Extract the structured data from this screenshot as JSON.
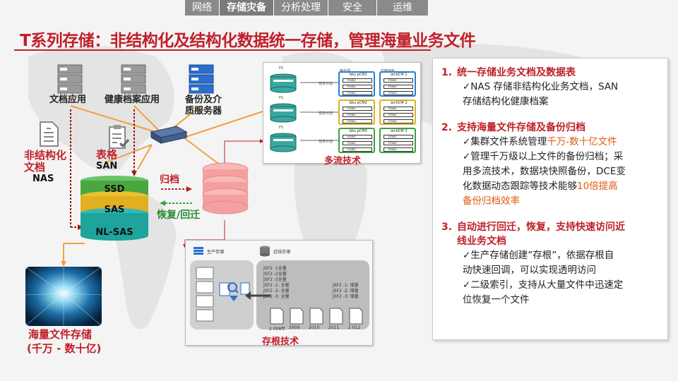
{
  "nav": {
    "tabs": [
      "网络",
      "存储灾备",
      "分析处理",
      "安全",
      "运维"
    ],
    "active": "存储灾备"
  },
  "title": "T系列存储：非结构化及结构化数据统一存储，管理海量业务文件",
  "servers": {
    "doc_app": "文档应用",
    "health_app": "健康档案应用",
    "backup_line1": "备份及介",
    "backup_line2": "质服务器"
  },
  "unstructured": {
    "line1": "非结构化",
    "line2": "文档",
    "sub": "NAS"
  },
  "table": {
    "line1": "表格",
    "sub": "SAN"
  },
  "tiers": [
    "SSD",
    "SAS",
    "NL-SAS"
  ],
  "archive_label": "归档",
  "restore_label": "恢复/回迁",
  "mass_storage": {
    "line1": "海量文件存储",
    "line2": "(千万 - 数十亿)"
  },
  "multistream": {
    "caption": "多流技术",
    "fs_label": "FS",
    "task_label": "任务计划",
    "group_head_left": "备份源",
    "group_head_right": "归档目标",
    "groups": [
      {
        "left": "bku pCM1",
        "right": "archCM 1",
        "color": "#2a7fd0"
      },
      {
        "left": "bku pCM2",
        "right": "archCM 2",
        "color": "#e0b020"
      },
      {
        "left": "bku pCM3",
        "right": "archCM 3",
        "color": "#3aa040"
      }
    ],
    "flows": [
      "Flow1",
      "Flow2",
      "Flow3"
    ]
  },
  "stub": {
    "caption": "存根技术",
    "prod_label": "生产存储",
    "near_label": "近线存储",
    "files_a": [
      "JSF2 -1全量",
      "JSF2 -2全量",
      "JSF2 -3全量"
    ],
    "files_b": [
      "JSF2 -1: 全量",
      "JSF2 -2: 全量",
      "JSF2 -3: 全量"
    ],
    "files_c": [
      "JSF2 -1: 增量",
      "JSF2 -2: 增量",
      "JSF2 -3: 增量"
    ],
    "years": [
      "2 008年",
      "2009",
      "2010",
      "2011",
      "2 012"
    ]
  },
  "points": [
    {
      "num": "1.",
      "head": "统一存储业务文档及数据表",
      "lines": [
        "✓NAS 存储非结构化业务文档，SAN",
        "存储结构化健康档案"
      ]
    },
    {
      "num": "2.",
      "head": "支持海量文件存储及备份归档",
      "lines": [
        "✓集群文件系统管理",
        "✓管理千万级以上文件的备份归档；采",
        "用多流技术，数据块快照备份，DCE变",
        "化数据动态跟踪等技术能够",
        "备份归档效率"
      ],
      "hl1": "千万-数十亿文件",
      "hl2": "10倍提高"
    },
    {
      "num": "3.",
      "head": "自动进行回迁，恢复，支持快速访问近",
      "head2": "线业务文档",
      "lines": [
        "✓生产存储创建”存根”，依据存根自",
        "动快速回调，可以实现透明访问",
        "✓二级索引，支持从大量文件中迅速定",
        "位恢复一个文件"
      ]
    }
  ],
  "colors": {
    "accent": "#c0202a",
    "highlight": "#e05a10",
    "orange_line": "#f0a040"
  }
}
